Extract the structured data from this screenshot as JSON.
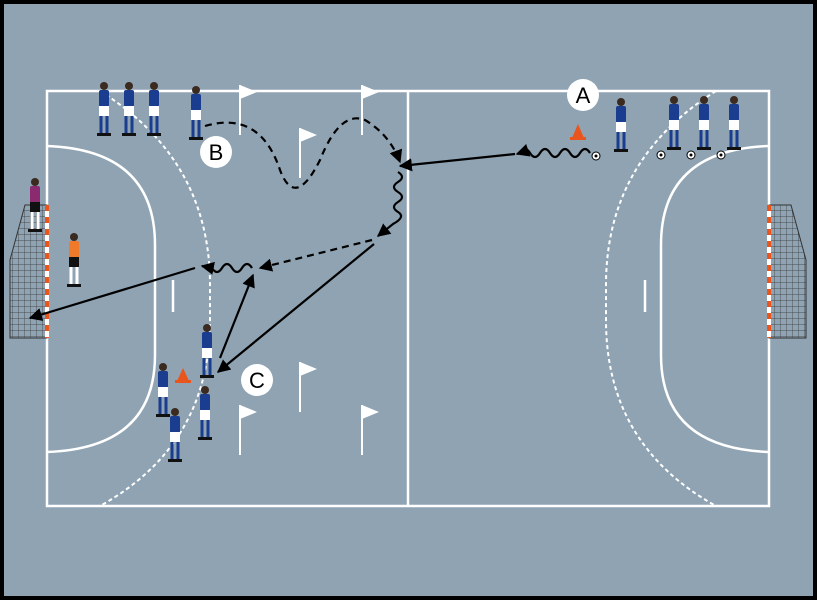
{
  "diagram": {
    "labels": {
      "a": "A",
      "b": "B",
      "c": "C"
    },
    "colors": {
      "court": "#8fa3b3",
      "lines": "#ffffff",
      "team": "#1a3d8f",
      "cone": "#e8561e",
      "goalkeeper_left": "#8b2a6e",
      "goalkeeper_orange": "#f07a2a"
    }
  }
}
